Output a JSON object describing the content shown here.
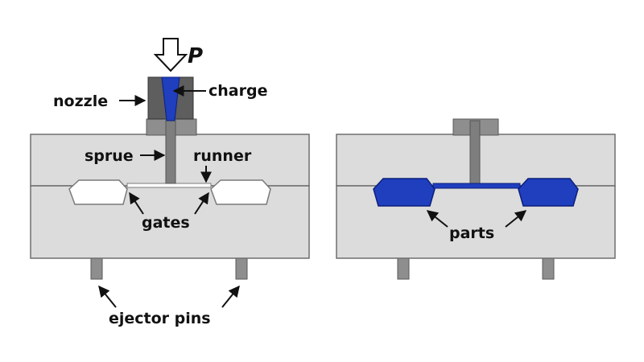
{
  "labels": {
    "pressure": "P",
    "nozzle": "nozzle",
    "charge": "charge",
    "sprue": "sprue",
    "runner": "runner",
    "gates": "gates",
    "ejector_pins": "ejector pins",
    "parts": "parts"
  },
  "colors": {
    "mold": "#dcdcdc",
    "mold_edge": "#6e6e6e",
    "nozzle": "#5e5e5e",
    "charge": "#1f3fbf",
    "part": "#1f3fbf",
    "pin": "#8e8e8e",
    "cavity": "#ffffff"
  }
}
